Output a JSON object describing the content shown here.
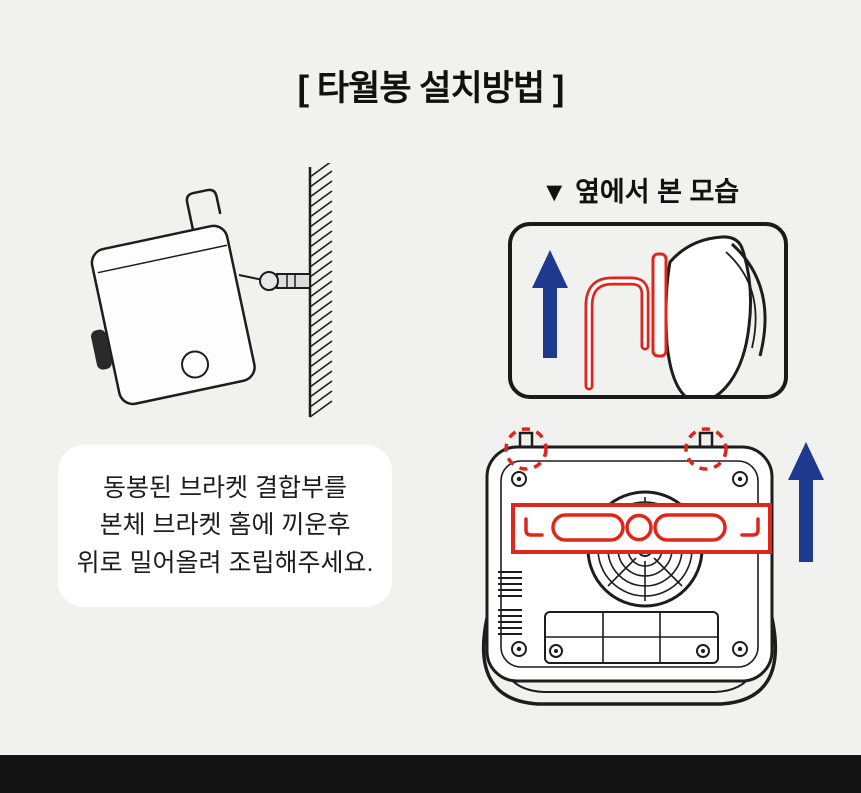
{
  "title": "[ 타월봉 설치방법 ]",
  "side_view_label": "▼ 옆에서 본 모습",
  "note": {
    "line1": "동봉된 브라켓 결합부를",
    "line2": "본체 브라켓 홈에 끼운후",
    "line3": "위로 밀어올려 조립해주세요."
  },
  "colors": {
    "background": "#f1f1f0",
    "line": "#1d1d1d",
    "accent_red": "#e0251b",
    "arrow_blue": "#1e3a8f",
    "note_bg": "#ffffff",
    "footer": "#141414"
  }
}
